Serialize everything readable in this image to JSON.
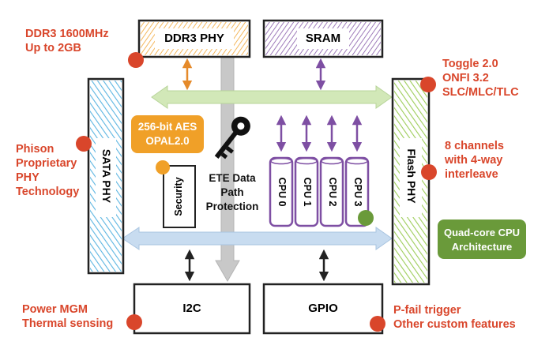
{
  "blocks": {
    "ddr3_phy": "DDR3 PHY",
    "sram": "SRAM",
    "sata_phy": "SATA PHY",
    "flash_phy": "Flash PHY",
    "i2c": "I2C",
    "gpio": "GPIO",
    "security": "Security",
    "cpus": [
      "CPU 0",
      "CPU 1",
      "CPU 2",
      "CPU 3"
    ]
  },
  "labels": {
    "ddr3": "DDR3 1600MHz\nUp to 2GB",
    "phison": "Phison\nProprietary\nPHY\nTechnology",
    "power": "Power MGM\nThermal sensing",
    "toggle": "Toggle 2.0\nONFI 3.2\nSLC/MLC/TLC",
    "channels": "8 channels\nwith 4-way\ninterleave",
    "pfail": "P-fail trigger\nOther custom features",
    "aes": "256-bit AES\nOPAL2.0",
    "ete": "ETE Data\nPath\nProtection",
    "quadcore": "Quad-core CPU\nArchitecture"
  },
  "colors": {
    "red_dot": "#d9462b",
    "orange": "#f0a028",
    "purple": "#7e4fa3",
    "green": "#6a9a3a",
    "sata_blue": "#3fa8dc",
    "flash_green": "#8cc43c",
    "bus_green": "#d2e8b8",
    "bus_blue": "#c8dcf0",
    "gray_arrow": "#c8c8c8"
  },
  "icons": {
    "key": "key-icon"
  }
}
